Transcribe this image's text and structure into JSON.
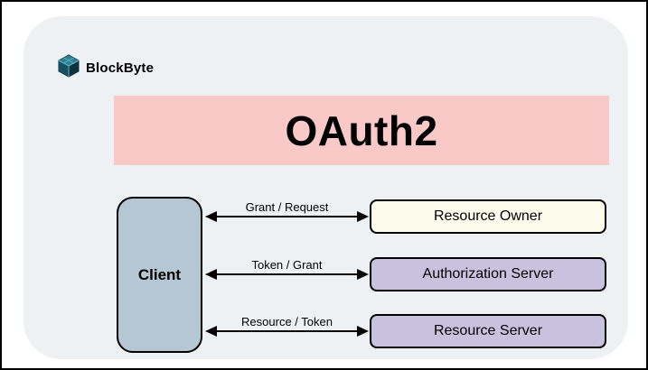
{
  "brand": {
    "name": "BlockByte",
    "logo": "cube-logo-icon"
  },
  "banner": {
    "title": "OAuth2"
  },
  "client": {
    "label": "Client"
  },
  "connections": [
    {
      "label": "Grant / Request",
      "target": "Resource Owner"
    },
    {
      "label": "Token / Grant",
      "target": "Authorization Server"
    },
    {
      "label": "Resource / Token",
      "target": "Resource Server"
    }
  ],
  "colors": {
    "banner_bg": "#f9c9c7",
    "client_bg": "#b4c7d2",
    "resource_owner_bg": "#fdfbec",
    "authorization_server_bg": "#c8c2df",
    "resource_server_bg": "#c8c2df",
    "canvas_bg": "#eef1f4",
    "border": "#000000",
    "logo_teal": "#2e7f93",
    "logo_dark": "#123a4a"
  }
}
